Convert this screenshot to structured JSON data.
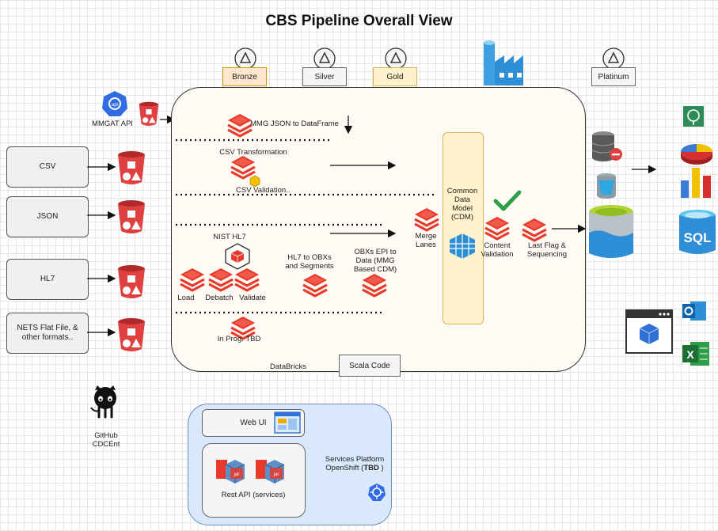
{
  "title": "CBS Pipeline Overall View",
  "tiers": [
    {
      "label": "Bronze",
      "fill": "#ffe6cc",
      "stroke": "#d79b00"
    },
    {
      "label": "Silver",
      "fill": "#f5f5f5",
      "stroke": "#666666"
    },
    {
      "label": "Gold",
      "fill": "#fff2cc",
      "stroke": "#d6b656"
    },
    {
      "label": "Platinum",
      "fill": "#f5f5f5",
      "stroke": "#666666"
    }
  ],
  "sources": {
    "mmgat": "MMGAT API",
    "csv": "CSV",
    "json": "JSON",
    "hl7": "HL7",
    "nets_line1": "NETS Flat File, &",
    "nets_line2": "other formats.."
  },
  "steps": {
    "mmg_json": "MMG JSON to DataFrame",
    "csv_transform": "CSV Transformation",
    "csv_validation": "CSV Validation..",
    "nist_hl7": "NIST HL7",
    "load": "Load",
    "debatch": "Debatch",
    "validate": "Validate",
    "hl7_obx_1": "HL7 to OBXs",
    "hl7_obx_2": "and Segments",
    "obx_epi_1": "OBXs EPI to",
    "obx_epi_2": "Data (MMG",
    "obx_epi_3": "Based CDM)",
    "merge_1": "Merge",
    "merge_2": "Lanes",
    "cdm_1": "Common",
    "cdm_2": "Data",
    "cdm_3": "Model",
    "cdm_4": "(CDM)",
    "content_1": "Content",
    "content_2": "Validation",
    "lastflag_1": "Last Flag &",
    "lastflag_2": "Sequencing",
    "in_prog": "In Prog. TBD"
  },
  "footer": {
    "databricks": "DataBricks",
    "scala": "Scala Code",
    "github_1": "GitHub",
    "github_2": "CDCEnt"
  },
  "services": {
    "web_ui": "Web UI",
    "rest_api": "Rest API (services)",
    "platform_1": "Services Platform",
    "platform_2_prefix": "OpenShift (",
    "platform_2_bold": "TBD",
    "platform_2_suffix": " )"
  },
  "icons": {
    "layer_stack": "databricks-icon",
    "bucket": "storage-bucket-icon",
    "delta": "delta-lake-icon",
    "factory": "data-factory-icon",
    "cube": "nist-cube-icon",
    "grid": "cdm-grid-icon",
    "check": "checkmark-icon",
    "kube": "kubernetes-icon",
    "jar": "jar-icon",
    "sql": "sql-database-icon",
    "outlook": "outlook-icon",
    "excel": "excel-icon",
    "pbi": "reporting-charts-icon",
    "github": "github-icon"
  },
  "colors": {
    "databricks_red": "#e8392b",
    "bucket_red": "#e04040",
    "azure_blue": "#2f8fd6",
    "check_green": "#2e9e4a"
  }
}
